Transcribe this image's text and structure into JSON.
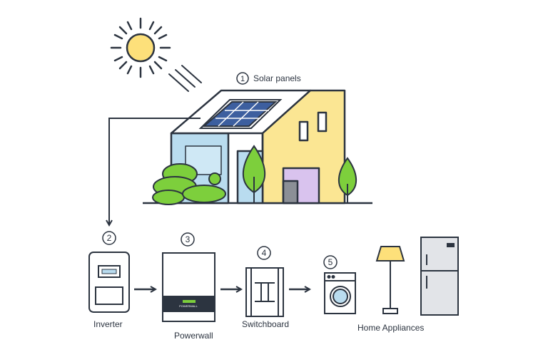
{
  "labels": {
    "solar_panels": "Solar panels",
    "inverter": "Inverter",
    "powerwall": "Powerwall",
    "switchboard": "Switchboard",
    "home_appliances": "Home Appliances"
  },
  "step_numbers": {
    "solar": "1",
    "inverter": "2",
    "powerwall": "3",
    "switchboard": "4",
    "appliances": "5"
  },
  "device_text": {
    "powerwall_brand": "POWERWALL"
  },
  "colors": {
    "outline": "#2c3440",
    "sun": "#fde07a",
    "house_wall": "#b9dcef",
    "house_front": "#fbe693",
    "door": "#d9c3ee",
    "tree_green": "#7dcf3c",
    "panel_blue": "#3d5f9f",
    "powerwall_band": "#2c3440",
    "grey_appliance": "#e2e4e8"
  },
  "icons": [
    "sun-icon",
    "solar-panel-icon",
    "house-icon",
    "inverter-icon",
    "powerwall-icon",
    "switchboard-icon",
    "washing-machine-icon",
    "floor-lamp-icon",
    "refrigerator-icon",
    "arrow-icon"
  ]
}
